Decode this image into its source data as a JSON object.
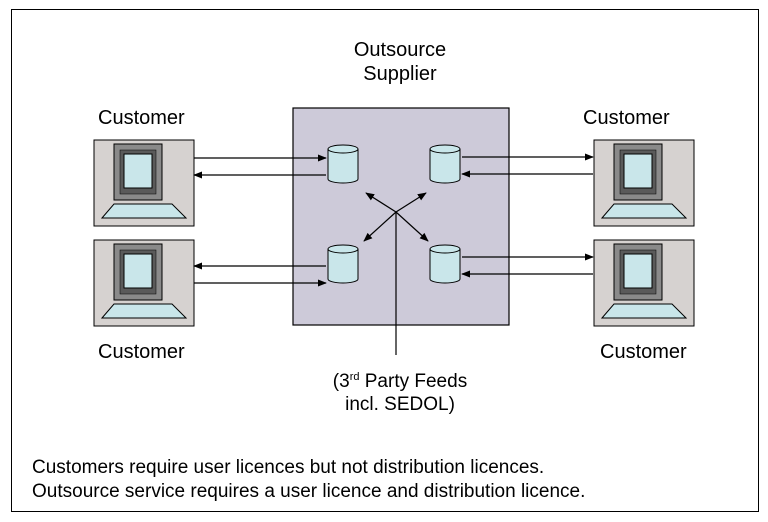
{
  "supplier": {
    "line1": "Outsource",
    "line2": "Supplier"
  },
  "customers": {
    "top_left": "Customer",
    "top_right": "Customer",
    "bottom_left": "Customer",
    "bottom_right": "Customer"
  },
  "feeds": {
    "prefix": "(3",
    "sup": "rd",
    "line1_rest": " Party Feeds",
    "line2": "incl. SEDOL)"
  },
  "notes": {
    "line1": "Customers require user licences but not distribution licences.",
    "line2": "Outsource service requires a user licence and distribution licence."
  },
  "colors": {
    "supplier_box": "#cdcad9",
    "database": "#c9e6ea",
    "terminal_case": "#d6d2d0",
    "terminal_bezel": "#8a8a8a",
    "terminal_screen": "#c9e6ea",
    "line": "#000000"
  }
}
